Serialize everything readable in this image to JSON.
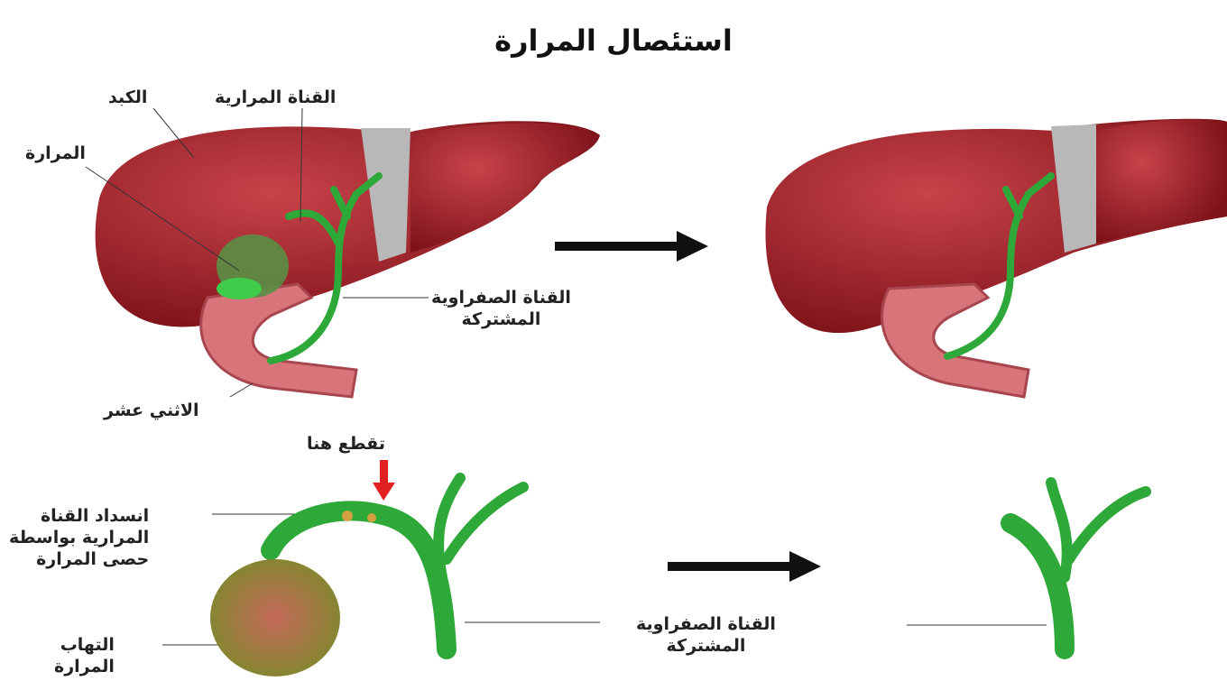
{
  "title": "استئصال المرارة",
  "labels": {
    "liver": "الكبد",
    "cystic_duct": "القناة المرارية",
    "gallbladder": "المرارة",
    "common_bile_duct_line1": "القناة الصفراوية",
    "common_bile_duct_line2": "المشتركة",
    "duodenum": "الاثني عشر",
    "cut_here": "تقطع هنا",
    "obstruction_line1": "انسداد القناة",
    "obstruction_line2": "المرارية بواسطة",
    "obstruction_line3": "حصى المرارة",
    "inflammation_line1": "التهاب",
    "inflammation_line2": "المرارة",
    "common_bile_duct2_line1": "القناة الصفراوية",
    "common_bile_duct2_line2": "المشتركة"
  },
  "colors": {
    "liver": "#a3202a",
    "duct": "#2fa83a",
    "duodenum": "#d8757a",
    "arrow": "#111111",
    "cut_arrow": "#e02020"
  }
}
